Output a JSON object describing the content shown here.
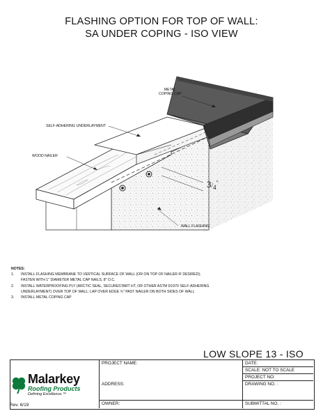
{
  "title": {
    "line1": "FLASHING OPTION FOR TOP OF WALL:",
    "line2": "SA UNDER COPING - ISO VIEW"
  },
  "callouts": {
    "coping_cap": [
      "METAL",
      "COPING CAP"
    ],
    "underlayment": "SELF-ADHERING UNDERLAYMENT",
    "wood_nailer": "WOOD NAILER",
    "wall_flashing": "WALL FLASHING",
    "dimension_whole": "3",
    "dimension_den": "4",
    "dimension_unit": "\""
  },
  "notes": {
    "heading": "NOTES:",
    "items": [
      {
        "num": "1.",
        "lines": [
          "INSTALL FLASHING MEMBRANE TO VERTICAL SURFACE OF WALL (OR ON TOP OF NAILER IF DESIRED);",
          "FASTEN WITH 1\" DIAMETER METAL CAP NAILS, 8\" O.C."
        ]
      },
      {
        "num": "2.",
        "lines": [
          "INSTALL WATERPROOFING PLY (ARCTIC SEAL, SECURESTART HT, OR OTHER ASTM D1970 SELF-ADHERING",
          "UNDERLAYMENT) OVER TOP OF WALL; LAP OVER EDGE ¾\" PAST NAILER ON BOTH SIDES OF WALL"
        ]
      },
      {
        "num": "3.",
        "lines": [
          "INSTALL METAL COPING CAP"
        ]
      }
    ]
  },
  "sheet_id": "LOW SLOPE 13 - ISO",
  "title_block": {
    "project_name": "PROJECT NAME:",
    "address": "ADDRESS:",
    "owner": "OWNER:",
    "date": "DATE:",
    "scale": "SCALE:  NOT TO SCALE",
    "project_no": "PROJECT NO:",
    "drawing_no": "DRAWING NO. :",
    "submittal_no": "SUBMITTAL NO. :",
    "revision": "Rev. 6/19"
  },
  "brand": {
    "name": "Malarkey",
    "sub": "Roofing Products",
    "tagline": "Defining Excellence.™",
    "colors": {
      "green": "#0c7a3b",
      "black": "#111111"
    }
  }
}
